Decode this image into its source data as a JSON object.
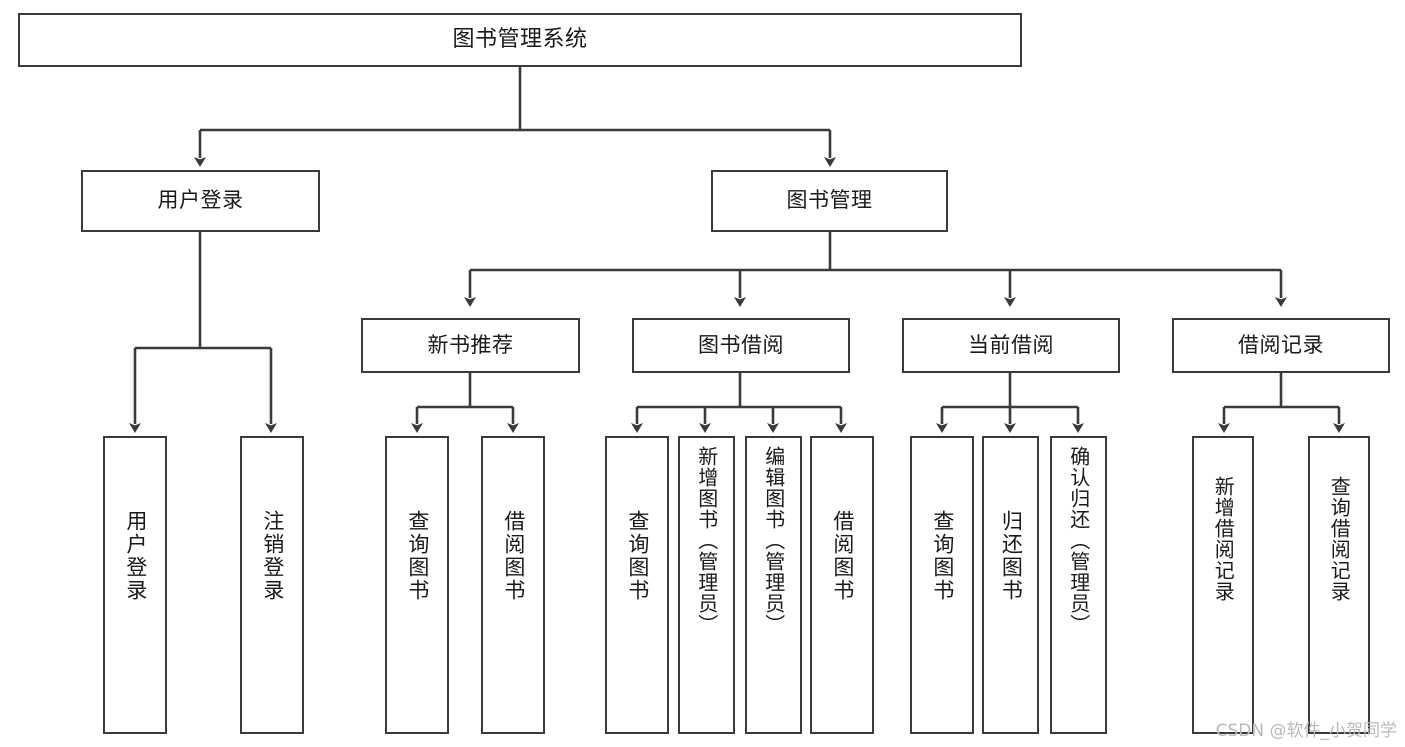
{
  "diagram": {
    "title": "图书管理系统",
    "type": "tree-hierarchy-diagram",
    "watermark": "CSDN @软件_小贺同学",
    "colors": {
      "background": "#ffffff",
      "box_border": "#3a3a3a",
      "text": "#1a1a1a",
      "edge": "#3a3a3a",
      "watermark": "#b9b9b9"
    },
    "nodes": {
      "root": {
        "label": "图书管理系统"
      },
      "level2": [
        {
          "id": "user-login",
          "label": "用户登录"
        },
        {
          "id": "book-management",
          "label": "图书管理"
        }
      ],
      "level3": [
        {
          "id": "new-book-recommend",
          "label": "新书推荐"
        },
        {
          "id": "book-borrow",
          "label": "图书借阅"
        },
        {
          "id": "current-borrow",
          "label": "当前借阅"
        },
        {
          "id": "borrow-record",
          "label": "借阅记录"
        }
      ],
      "leaves": {
        "user-login": [
          {
            "id": "leaf-user-login",
            "label": "用户登录"
          },
          {
            "id": "leaf-user-logout",
            "label": "注销登录"
          }
        ],
        "new-book-recommend": [
          {
            "id": "leaf-query-book-1",
            "label": "查询图书"
          },
          {
            "id": "leaf-borrow-book-1",
            "label": "借阅图书"
          }
        ],
        "book-borrow": [
          {
            "id": "leaf-query-book-2",
            "label": "查询图书"
          },
          {
            "id": "leaf-add-book",
            "label": "新增图书（管理员）"
          },
          {
            "id": "leaf-edit-book",
            "label": "编辑图书（管理员）"
          },
          {
            "id": "leaf-borrow-book-2",
            "label": "借阅图书"
          }
        ],
        "current-borrow": [
          {
            "id": "leaf-query-book-3",
            "label": "查询图书"
          },
          {
            "id": "leaf-return-book",
            "label": "归还图书"
          },
          {
            "id": "leaf-confirm-return",
            "label": "确认归还（管理员）"
          }
        ],
        "borrow-record": [
          {
            "id": "leaf-add-record",
            "label": "新增借阅记录"
          },
          {
            "id": "leaf-query-record",
            "label": "查询借阅记录"
          }
        ]
      }
    }
  }
}
